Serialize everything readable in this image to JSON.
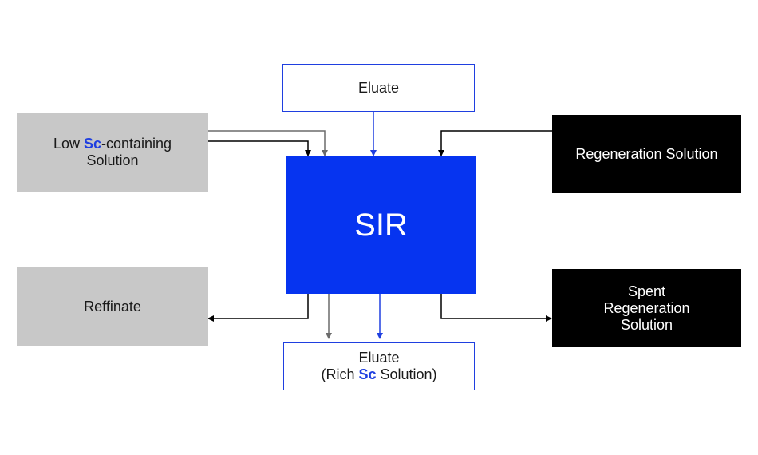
{
  "nodes": {
    "eluate_top": {
      "label": "Eluate"
    },
    "low_sc": {
      "line1_pre": "Low ",
      "line1_hl": "Sc",
      "line1_post": "-containing",
      "line2": "Solution"
    },
    "regeneration": {
      "label": "Regeneration Solution"
    },
    "sir": {
      "label": "SIR"
    },
    "reffinate": {
      "label": "Reffinate"
    },
    "spent": {
      "line1": "Spent",
      "line2": "Regeneration",
      "line3": "Solution"
    },
    "eluate_bottom": {
      "line1": "Eluate",
      "line2_pre": "(Rich ",
      "line2_hl": "Sc",
      "line2_post": " Solution)"
    }
  },
  "colors": {
    "blue": "#1f3fe0",
    "sir_fill": "#0634f0",
    "gray_fill": "#c8c8c8",
    "black_fill": "#000000",
    "arrow_gray": "#6b6b6b"
  }
}
